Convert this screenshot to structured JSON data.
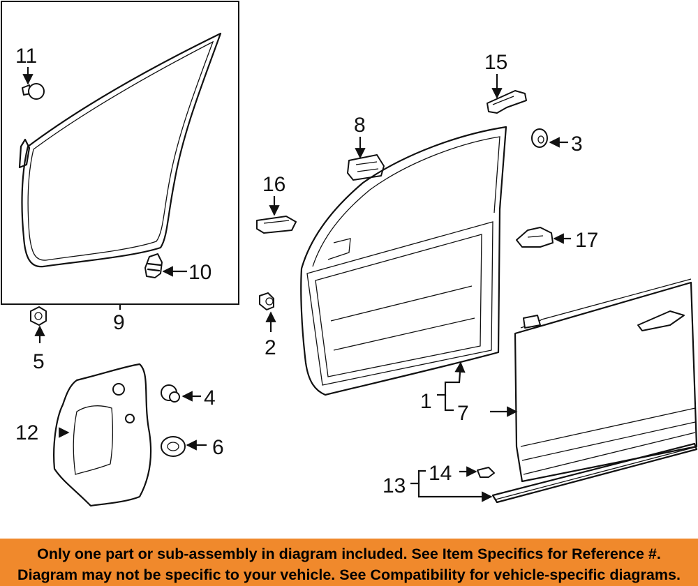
{
  "diagram": {
    "callouts": [
      "1",
      "2",
      "3",
      "4",
      "5",
      "6",
      "7",
      "8",
      "9",
      "10",
      "11",
      "12",
      "13",
      "14",
      "15",
      "16",
      "17"
    ],
    "parts": [
      "inset-box",
      "weatherstrip",
      "clip",
      "door-shell",
      "outer-panel",
      "hinge",
      "check-strap",
      "bracket",
      "plug",
      "nut",
      "washer",
      "grommet",
      "rocker-molding",
      "bumper",
      "striker",
      "lock-clip",
      "trim-panel"
    ]
  },
  "banner": {
    "line1": "Only one part or sub-assembly in diagram included. See Item Specifics for Reference #.",
    "line2": "Diagram may not be specific to your vehicle. See Compatibility for vehicle-specific diagrams."
  }
}
